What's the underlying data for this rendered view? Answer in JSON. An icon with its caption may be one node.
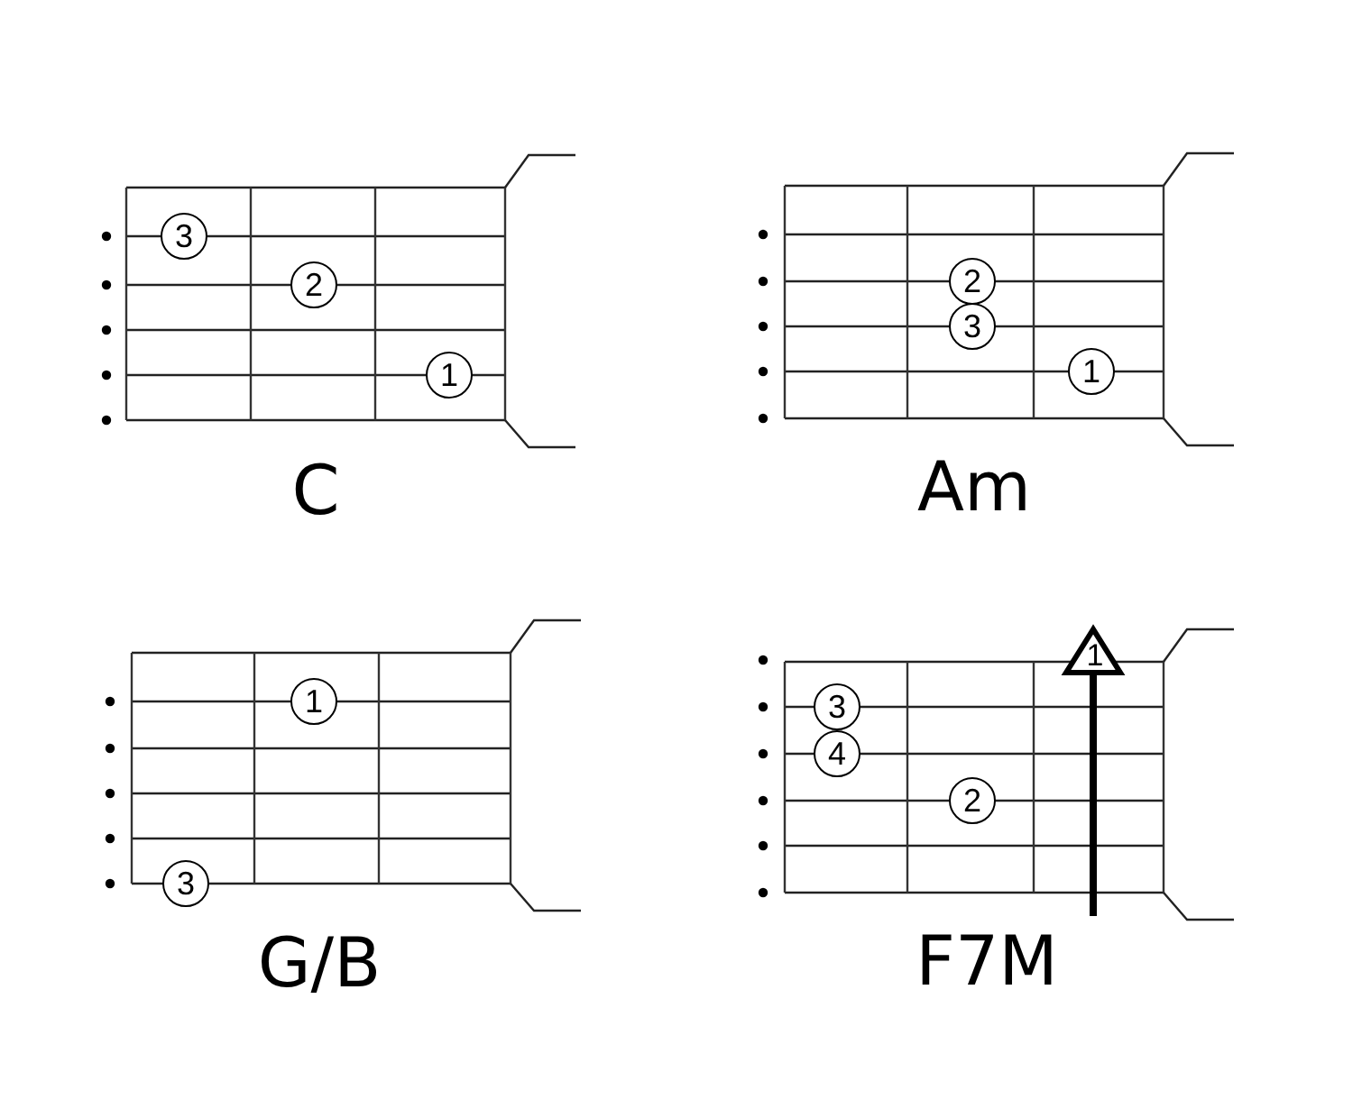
{
  "diagram": {
    "nodes": [
      {
        "text": [
          "3"
        ]
      },
      {
        "text": [
          "2"
        ]
      },
      {
        "text": [
          "1"
        ]
      },
      {
        "text": [
          "2"
        ]
      },
      {
        "text": [
          "3"
        ]
      },
      {
        "text": [
          "1"
        ]
      },
      {
        "text": [
          "1"
        ]
      },
      {
        "text": [
          "3"
        ]
      },
      {
        "text": [
          "3"
        ]
      },
      {
        "text": [
          "4"
        ]
      },
      {
        "text": [
          "2"
        ]
      }
    ],
    "labels": [
      "C",
      "Am",
      "G/B",
      "F7M",
      "1"
    ]
  }
}
